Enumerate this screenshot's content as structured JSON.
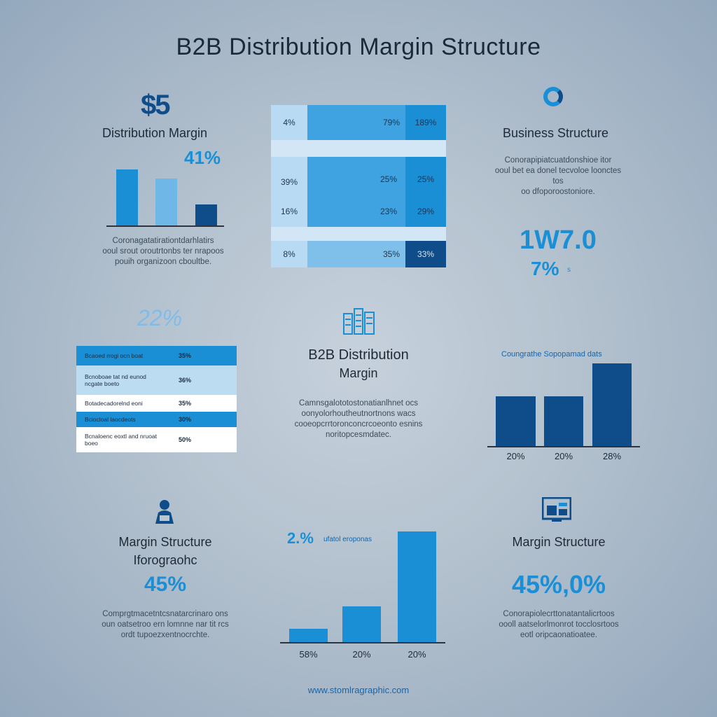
{
  "title": "B2B Distribution Margin Structure",
  "colors": {
    "accent": "#1a8fd6",
    "dark": "#0f4c8a",
    "light": "#6eb7e6",
    "pale": "#cfe4f5"
  },
  "top_left": {
    "icon": "dollar-icon",
    "glyph": "$5",
    "heading": "Distribution Margin",
    "value": "41%",
    "bars": [
      {
        "value": 0.93,
        "color": "#1a8fd6"
      },
      {
        "value": 0.78,
        "color": "#6eb7e6"
      },
      {
        "value": 0.35,
        "color": "#0f4c8a"
      }
    ],
    "para": [
      "Coronagatatirationtdarhlatirs",
      "ooul srout oroutrtonbs ter nrapoos",
      "pouih organizoon cboultbe."
    ]
  },
  "center_table": {
    "rows": [
      {
        "c1": "4%",
        "c2": "79%",
        "c3": "189%"
      },
      {
        "c1": "",
        "c2": "",
        "c3": ""
      },
      {
        "c1": "39%",
        "c2": "25%",
        "c3": "25%"
      },
      {
        "c1": "16%",
        "c2": "23%",
        "c3": "29%"
      },
      {
        "c1": "",
        "c2": "",
        "c3": ""
      },
      {
        "c1": "8%",
        "c2": "35%",
        "c3": "33%"
      }
    ]
  },
  "top_right": {
    "icon": "ring-icon",
    "heading": "Business Structure",
    "para": [
      "Conorapipiatcuatdonshioe itor",
      "ooul bet ea donel tecvoloe loonctes tos",
      "oo dfoporoostoniore."
    ],
    "big_number": "1W7.0",
    "sub_value": "7%",
    "sub_mark": "s"
  },
  "mid_left": {
    "value": "22%",
    "rows": [
      {
        "text": "Bcaoed rrogi ocn boat",
        "value": "35%"
      },
      {
        "text": "Bcnoboae tat nd eunod ncgate boeto",
        "value": "36%"
      },
      {
        "text": "Botadecadorelnd eoni",
        "value": "35%"
      },
      {
        "text": "Bciocloal laocdeots",
        "value": "30%"
      },
      {
        "text": "Bcnaloenc eoxtl and nruoat boeo",
        "value": "50%"
      }
    ]
  },
  "center": {
    "icon": "building-chart-icon",
    "heading_line1": "B2B Distribution",
    "heading_line2": "Margin",
    "para": [
      "Camnsgalototostonatianlhnet ocs",
      "oonyolorhoutheutnortnons wacs",
      "cooeopcrrtoronconcrcoeonto esnins",
      "noritopcesmdatec."
    ]
  },
  "mid_right": {
    "caption": "Coungrathe Sopopamad dats",
    "bars": [
      {
        "value": 0.6,
        "label": "20%"
      },
      {
        "value": 0.6,
        "label": "20%"
      },
      {
        "value": 1.0,
        "label": "28%"
      }
    ]
  },
  "bottom_left": {
    "icon": "person-icon",
    "heading_line1": "Margin Structure",
    "heading_line2": "Iforograohc",
    "value": "45%",
    "para": [
      "Comprgtmacetntcsnatarcrinaro ons",
      "oun oatsetroo ern lomnne nar tit rcs",
      "ordt tupoezxentnocrchte."
    ]
  },
  "bottom_center": {
    "value": "2.%",
    "caption": "ufatol eroponas",
    "bars": [
      {
        "value": 0.12,
        "label": "58%"
      },
      {
        "value": 0.32,
        "label": "20%"
      },
      {
        "value": 1.0,
        "label": "20%"
      }
    ]
  },
  "bottom_right": {
    "icon": "monitor-icon",
    "heading": "Margin Structure",
    "value": "45%,0%",
    "para": [
      "Conorapiolecrttonatantalicrtoos",
      "oooll aatselorlmonrot tocclosrtoos",
      "eotl oripcaonatioatee."
    ]
  },
  "footer": "www.stomlragraphic.com"
}
